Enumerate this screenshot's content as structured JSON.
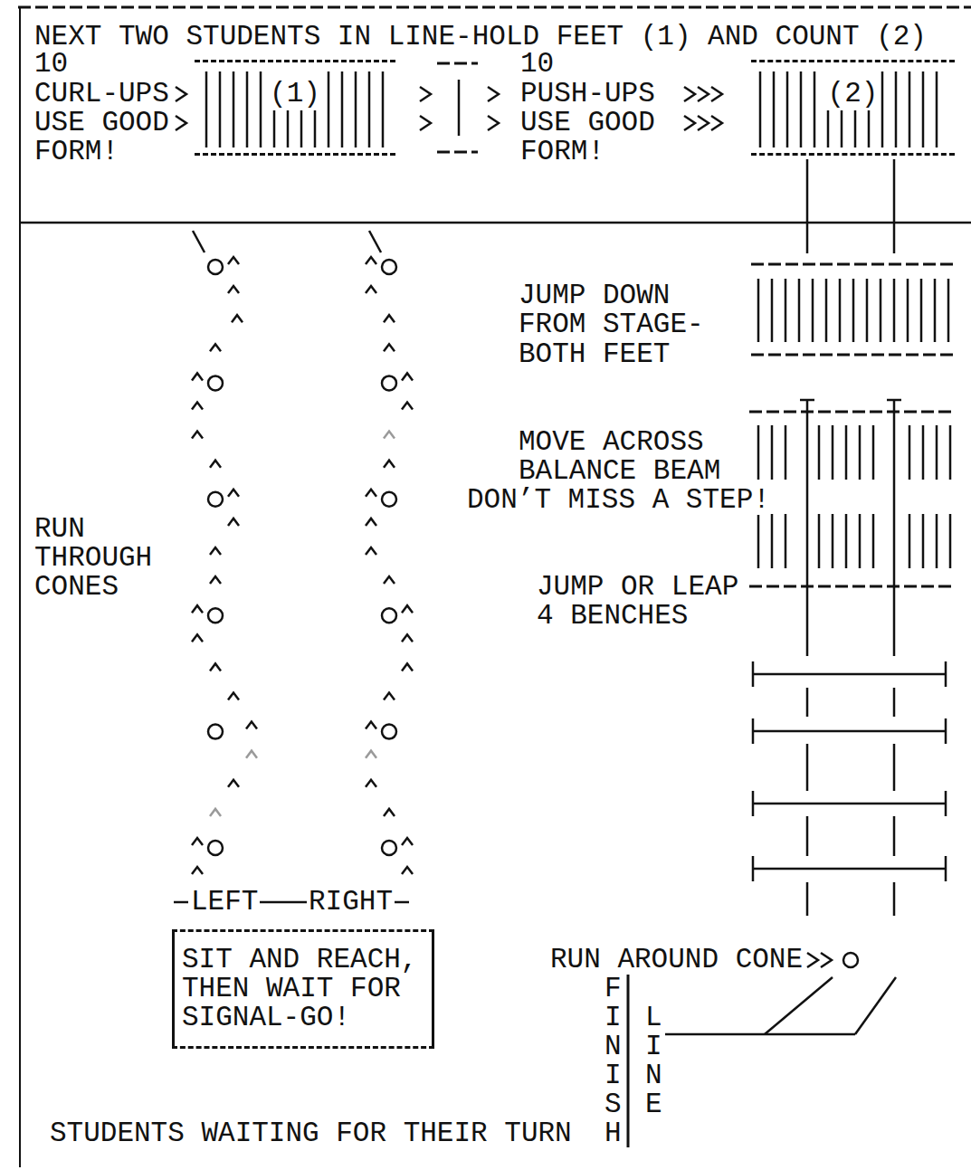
{
  "diagram": {
    "nodes": [
      {
        "text": [
          "(1)"
        ]
      },
      {
        "text": [
          "(2)"
        ]
      },
      {
        "text": [
          "SIT AND REACH, THEN WAIT FOR SIGNAL-GO!"
        ]
      }
    ],
    "labels": [
      "NEXT TWO STUDENTS IN LINE-HOLD FEET (1) AND COUNT (2)",
      "10",
      "CURL-UPS",
      "USE GOOD",
      "FORM!",
      "10",
      "PUSH-UPS",
      "USE GOOD",
      "FORM!",
      "JUMP DOWN",
      "FROM STAGE-",
      "BOTH FEET",
      "MOVE ACROSS",
      "BALANCE BEAM",
      "DON’T MISS A STEP!",
      "RUN",
      "THROUGH",
      "CONES",
      "JUMP OR LEAP",
      "4 BENCHES",
      "LEFT",
      "RIGHT",
      "RUN AROUND CONE",
      "FINISH",
      "LINE",
      "STUDENTS WAITING FOR THEIR TURN"
    ]
  }
}
